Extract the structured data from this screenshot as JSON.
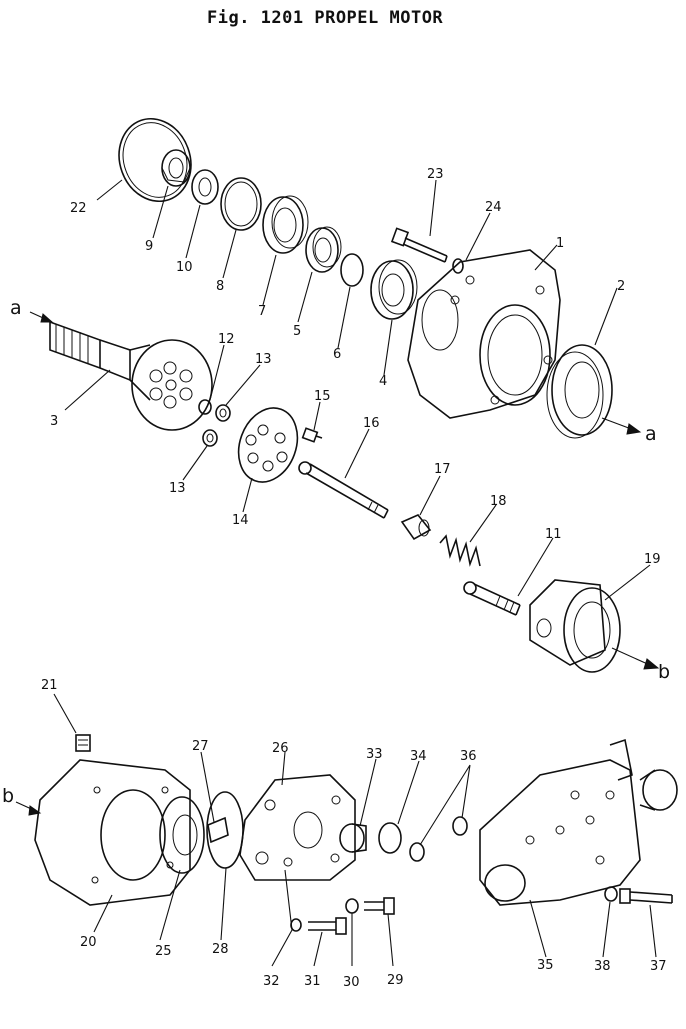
{
  "title": "Fig. 1201 PROPEL MOTOR",
  "labels": {
    "l1": "1",
    "l2": "2",
    "l3": "3",
    "l4": "4",
    "l5": "5",
    "l6": "6",
    "l7": "7",
    "l8": "8",
    "l9": "9",
    "l10": "10",
    "l11": "11",
    "l12": "12",
    "l13a": "13",
    "l13b": "13",
    "l14": "14",
    "l15": "15",
    "l16": "16",
    "l17": "17",
    "l18": "18",
    "l19": "19",
    "l20": "20",
    "l21": "21",
    "l22": "22",
    "l23": "23",
    "l24": "24",
    "l25": "25",
    "l26": "26",
    "l27": "27",
    "l28": "28",
    "l29": "29",
    "l30": "30",
    "l31": "31",
    "l32": "32",
    "l33": "33",
    "l34": "34",
    "l35": "35",
    "l36": "36",
    "l37": "37",
    "l38": "38"
  },
  "refs": {
    "a1": "a",
    "a2": "a",
    "b1": "b",
    "b2": "b"
  }
}
